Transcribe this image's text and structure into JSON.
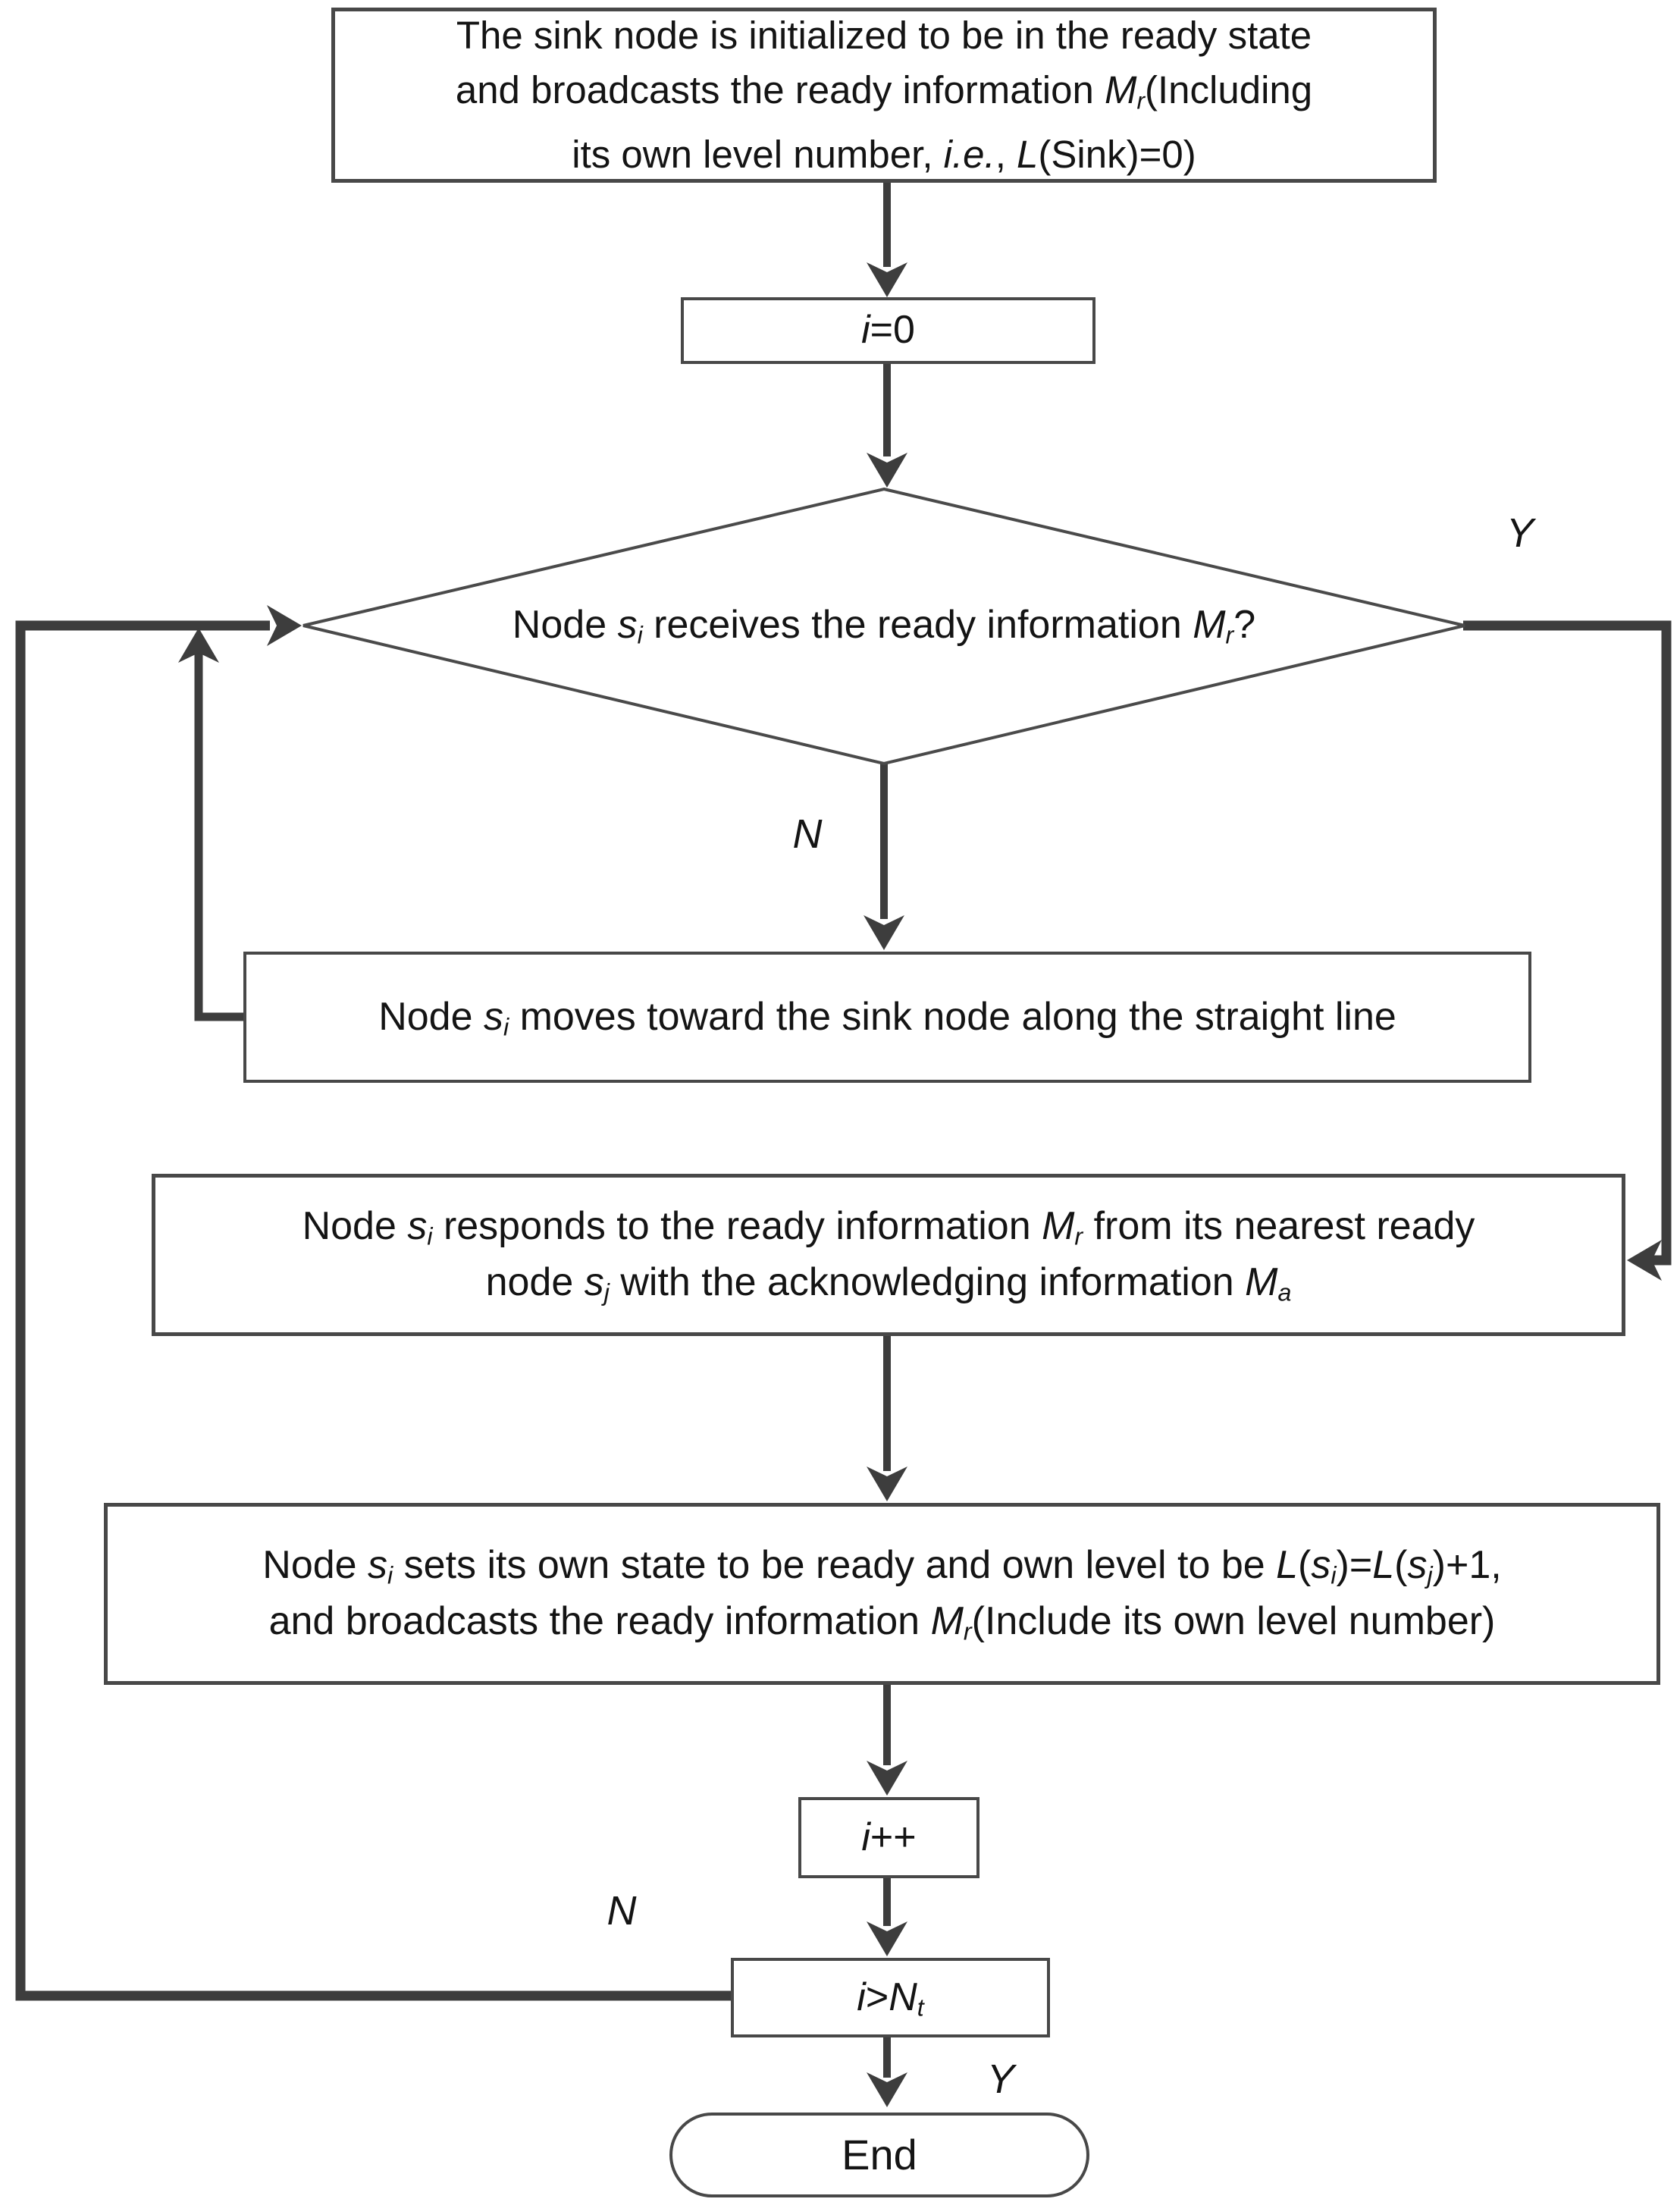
{
  "figure": {
    "title": "Flowchart of sink-node ready-state level assignment algorithm",
    "background_color": "#ffffff",
    "line_color": "#3d3d3d",
    "text_color": "#141414"
  },
  "nodes": {
    "start": {
      "shape": "rect",
      "text": "The sink node is initialized to be in the ready state and broadcasts the ready information Mr(Including its own level number, i.e., L(Sink)=0)",
      "runs": [
        {
          "t": "The sink node is initialized to be in the ready state"
        },
        {
          "br": true
        },
        {
          "t": "and broadcasts the ready information "
        },
        {
          "t": "M",
          "s": "i"
        },
        {
          "t": "r",
          "s": "sub"
        },
        {
          "t": "(Including"
        },
        {
          "br": true
        },
        {
          "t": "its own level number, "
        },
        {
          "t": "i.e.",
          "s": "i"
        },
        {
          "t": ", "
        },
        {
          "t": "L",
          "s": "i"
        },
        {
          "t": "(Sink)=0)"
        }
      ]
    },
    "init": {
      "shape": "rect",
      "text": "i=0",
      "runs": [
        {
          "t": "i",
          "s": "i"
        },
        {
          "t": "=0"
        }
      ]
    },
    "decision": {
      "shape": "diamond",
      "text": "Node si receives the ready information Mr?",
      "runs": [
        {
          "t": "Node "
        },
        {
          "t": "s",
          "s": "i"
        },
        {
          "t": "i",
          "s": "sub"
        },
        {
          "t": " receives the ready information "
        },
        {
          "t": "M",
          "s": "i"
        },
        {
          "t": "r",
          "s": "sub"
        },
        {
          "t": "?"
        }
      ]
    },
    "moves": {
      "shape": "rect",
      "text": "Node si moves toward the sink node along the straight line",
      "runs": [
        {
          "t": "Node "
        },
        {
          "t": "s",
          "s": "i"
        },
        {
          "t": "i",
          "s": "sub"
        },
        {
          "t": " moves toward the sink node along the straight line"
        }
      ]
    },
    "responds": {
      "shape": "rect",
      "text": "Node si responds to the ready information Mr from its nearest ready node sj with the acknowledging information Ma",
      "runs": [
        {
          "t": "Node "
        },
        {
          "t": "s",
          "s": "i"
        },
        {
          "t": "i",
          "s": "sub"
        },
        {
          "t": " responds to the ready information "
        },
        {
          "t": "M",
          "s": "i"
        },
        {
          "t": "r",
          "s": "sub"
        },
        {
          "t": " from its nearest ready"
        },
        {
          "br": true
        },
        {
          "t": "node "
        },
        {
          "t": "s",
          "s": "i"
        },
        {
          "t": "j",
          "s": "sub"
        },
        {
          "t": " with the acknowledging information "
        },
        {
          "t": "M",
          "s": "i"
        },
        {
          "t": "a",
          "s": "sub"
        }
      ]
    },
    "sets": {
      "shape": "rect",
      "text": "Node si sets its own state to be ready and own level to be L(si)=L(sj)+1, and broadcasts the ready information Mr(Include its own level number)",
      "runs": [
        {
          "t": "Node "
        },
        {
          "t": "s",
          "s": "i"
        },
        {
          "t": "i",
          "s": "sub"
        },
        {
          "t": " sets its own state to be ready and own level to be "
        },
        {
          "t": "L",
          "s": "i"
        },
        {
          "t": "("
        },
        {
          "t": "s",
          "s": "i"
        },
        {
          "t": "i",
          "s": "sub"
        },
        {
          "t": ")="
        },
        {
          "t": "L",
          "s": "i"
        },
        {
          "t": "("
        },
        {
          "t": "s",
          "s": "i"
        },
        {
          "t": "j",
          "s": "sub"
        },
        {
          "t": ")+1,"
        },
        {
          "br": true
        },
        {
          "t": "and broadcasts the ready information "
        },
        {
          "t": "M",
          "s": "i"
        },
        {
          "t": "r",
          "s": "sub"
        },
        {
          "t": "(Include its own level number)"
        }
      ]
    },
    "increment": {
      "shape": "rect",
      "text": "i++",
      "runs": [
        {
          "t": "i",
          "s": "i"
        },
        {
          "t": "++"
        }
      ]
    },
    "condition": {
      "shape": "rect",
      "text": "i>Nt",
      "runs": [
        {
          "t": "i",
          "s": "i"
        },
        {
          "t": ">"
        },
        {
          "t": "N",
          "s": "i"
        },
        {
          "t": "t",
          "s": "sub"
        }
      ]
    },
    "end": {
      "shape": "terminator",
      "text": "End",
      "runs": [
        {
          "t": "End"
        }
      ]
    }
  },
  "edge_labels": {
    "decision_yes": "Y",
    "decision_no": "N",
    "condition_no": "N",
    "condition_yes": "Y"
  },
  "edges": [
    {
      "from": "start",
      "to": "init",
      "label": ""
    },
    {
      "from": "init",
      "to": "decision",
      "label": ""
    },
    {
      "from": "decision",
      "to": "moves",
      "label": "N"
    },
    {
      "from": "decision",
      "to": "responds",
      "label": "Y"
    },
    {
      "from": "moves",
      "to": "decision",
      "label": ""
    },
    {
      "from": "responds",
      "to": "sets",
      "label": ""
    },
    {
      "from": "sets",
      "to": "increment",
      "label": ""
    },
    {
      "from": "increment",
      "to": "condition",
      "label": ""
    },
    {
      "from": "condition",
      "to": "decision",
      "label": "N"
    },
    {
      "from": "condition",
      "to": "end",
      "label": "Y"
    }
  ]
}
